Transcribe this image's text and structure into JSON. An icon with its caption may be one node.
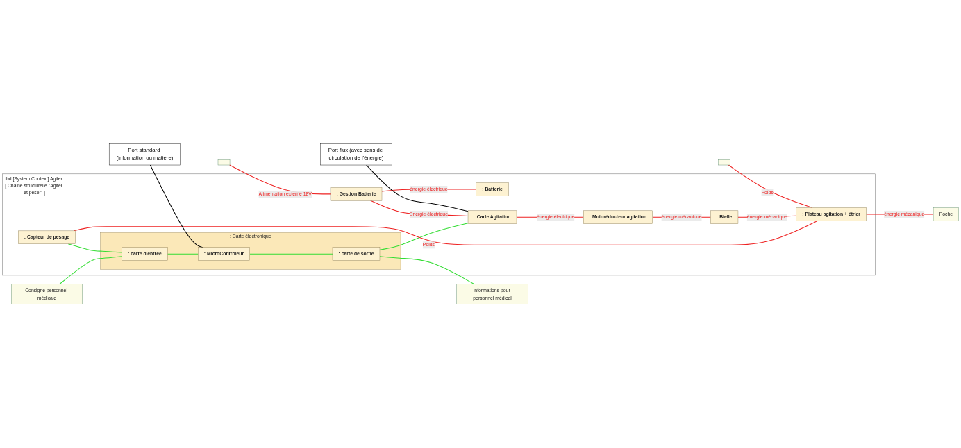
{
  "diagram": {
    "nodes": [
      {
        "text": [
          "ibd [System Context] Agiter [ Chaine structurelle \"Agiter et peser\" ]"
        ]
      },
      {
        "text": [
          ": Carte électronique"
        ],
        "in": 0
      },
      {
        "text": [
          ": carte d'entrée"
        ],
        "in": 1
      },
      {
        "text": [
          ": MicroControleur"
        ],
        "in": 1
      },
      {
        "text": [
          ": carte de sortie"
        ],
        "in": 1
      },
      {
        "text": [
          ": Capteur de pesage"
        ],
        "in": 0
      },
      {
        "text": [
          ": Gestion Batterie"
        ],
        "in": 0
      },
      {
        "text": [
          ": Batterie"
        ],
        "in": 0
      },
      {
        "text": [
          ": Carte Agitation"
        ],
        "in": 0
      },
      {
        "text": [
          ": Motoréducteur agitation"
        ],
        "in": 0
      },
      {
        "text": [
          ": Bielle"
        ],
        "in": 0
      },
      {
        "text": [
          ": Plateau agitation + étrier"
        ],
        "in": 0
      },
      {
        "text": [
          "Consigne personnel médicale"
        ]
      },
      {
        "text": [
          "Informations pour personnel médical"
        ]
      },
      {
        "text": [],
        "shape": "box"
      },
      {
        "text": [
          "Poche"
        ]
      },
      {
        "text": [],
        "shape": "box"
      },
      {
        "text": [
          "Port standard (information ou matière)"
        ]
      },
      {
        "text": [
          "Port flux (avec sens de circulation de l'énergie)"
        ]
      }
    ],
    "edges": [
      {
        "from": 12,
        "to": 2,
        "arrow": "none",
        "color": "#33dd33"
      },
      {
        "from": 5,
        "to": 2,
        "arrow": "none",
        "color": "#33dd33"
      },
      {
        "from": 2,
        "to": 3,
        "arrow": "none",
        "color": "#33dd33"
      },
      {
        "from": 3,
        "to": 4,
        "arrow": "none",
        "color": "#33dd33"
      },
      {
        "from": 4,
        "to": 13,
        "arrow": "none",
        "color": "#33dd33"
      },
      {
        "from": 4,
        "to": 8,
        "arrow": "none",
        "color": "#33dd33"
      },
      {
        "from": 5,
        "to": 11,
        "label": "Poids",
        "arrow": "none",
        "color": "#ee2222"
      },
      {
        "from": 14,
        "to": 6,
        "label": "Alimentation externe 18V",
        "arrow": "none",
        "color": "#ee2222"
      },
      {
        "from": 6,
        "to": 7,
        "label": "énergie électrique",
        "arrow": "none",
        "color": "#ee2222"
      },
      {
        "from": 6,
        "to": 8,
        "label": "Energie électrique",
        "arrow": "none",
        "color": "#ee2222"
      },
      {
        "from": 8,
        "to": 9,
        "label": "énergie électrique",
        "arrow": "none",
        "color": "#ee2222"
      },
      {
        "from": 9,
        "to": 10,
        "label": "énergie mécanique",
        "arrow": "none",
        "color": "#ee2222"
      },
      {
        "from": 10,
        "to": 11,
        "label": "énergie mécanique",
        "arrow": "none",
        "color": "#ee2222"
      },
      {
        "from": 11,
        "to": 15,
        "label": "énergie mécanique",
        "arrow": "none",
        "color": "#ee2222"
      },
      {
        "from": 16,
        "to": 11,
        "label": "Poids",
        "arrow": "none",
        "color": "#ee2222"
      },
      {
        "from": 17,
        "to": 3,
        "arrow": "none",
        "color": "#000000"
      },
      {
        "from": 18,
        "to": 8,
        "arrow": "none",
        "color": "#000000"
      }
    ]
  }
}
